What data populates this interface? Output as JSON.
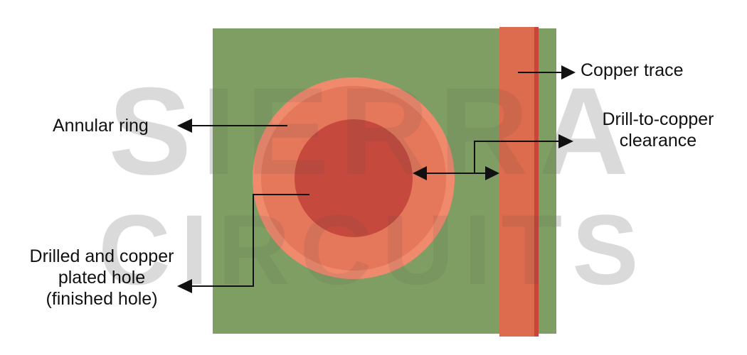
{
  "colors": {
    "board": "#7f9e63",
    "pad": "#e5775b",
    "pad_rim": "#f08a6d",
    "hole": "#c5493d",
    "trace": "#dd6b4d",
    "trace_edge": "#c9453a",
    "arrow": "#111111",
    "text": "#111111"
  },
  "watermark": {
    "line1": "SIERRA",
    "line2": "CIRCUITS"
  },
  "labels": {
    "copper_trace": "Copper trace",
    "annular_ring": "Annular ring",
    "clearance": {
      "line1": "Drill-to-copper",
      "line2": "clearance"
    },
    "hole": {
      "line1": "Drilled and copper",
      "line2": "plated hole",
      "line3": "(finished hole)"
    }
  },
  "icons": {
    "arrow_head": "triangle-arrow-icon"
  }
}
